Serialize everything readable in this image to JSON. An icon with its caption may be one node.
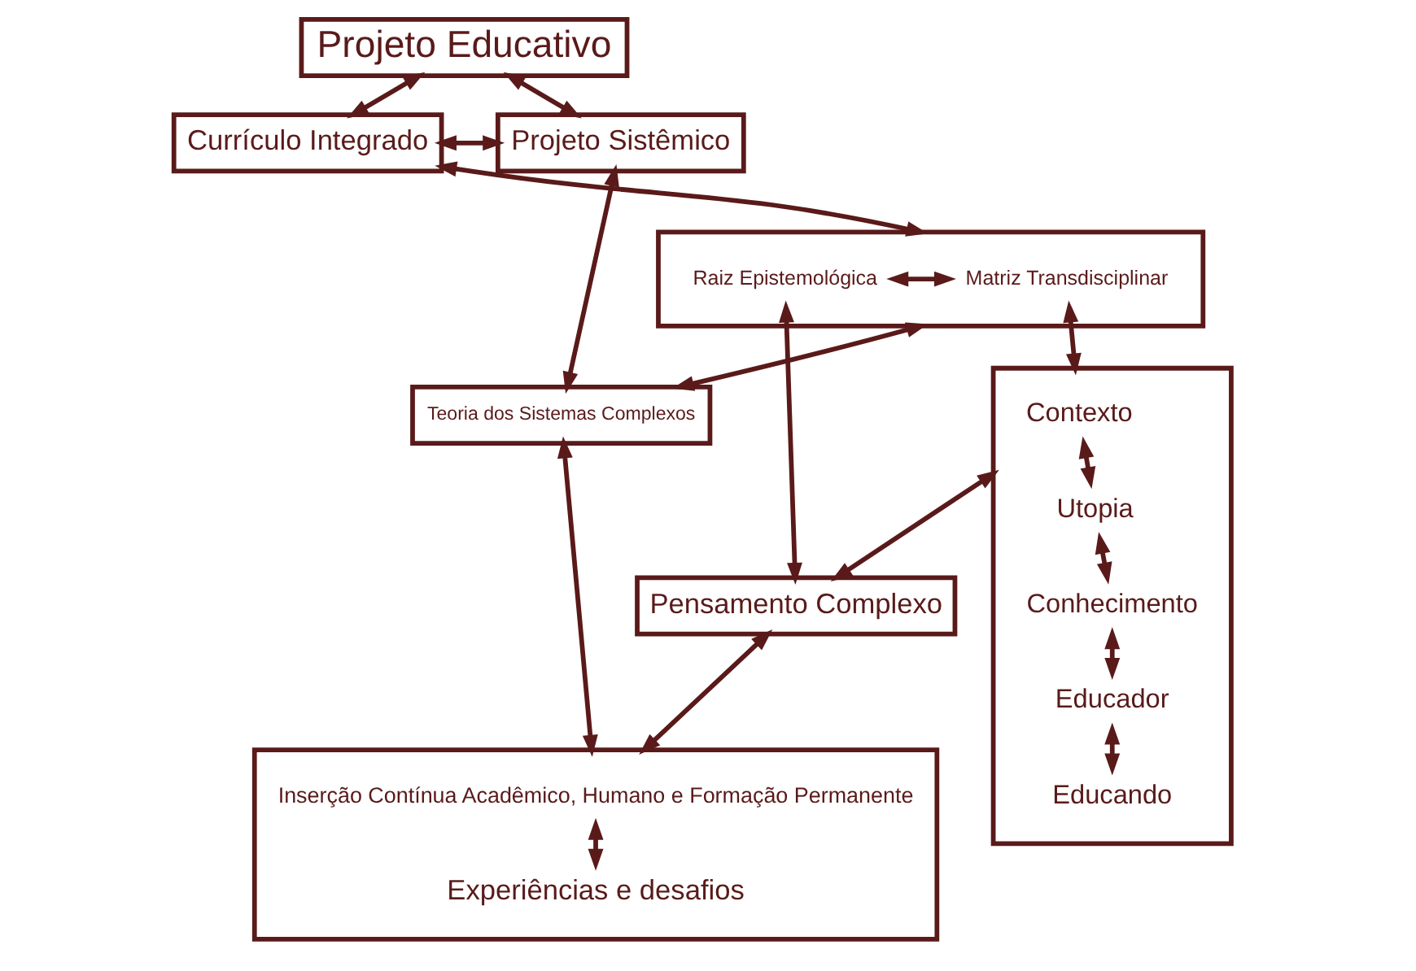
{
  "diagram": {
    "nodes": [
      {
        "text": [
          "Projeto Educativo"
        ]
      },
      {
        "text": [
          "Currículo Integrado"
        ]
      },
      {
        "text": [
          "Projeto Sistêmico"
        ]
      },
      {
        "text": [],
        "shape": "box"
      },
      {
        "text": [
          "Matriz Transdisciplinar"
        ],
        "in": 3
      },
      {
        "text": [
          "Raiz Epistemológica"
        ],
        "in": 3
      },
      {
        "text": [
          "Teoria dos Sistemas Complexos"
        ]
      },
      {
        "text": [],
        "shape": "box"
      },
      {
        "text": [
          "Contexto"
        ],
        "in": 7
      },
      {
        "text": [
          "Utopia"
        ],
        "in": 7
      },
      {
        "text": [
          "Conhecimento"
        ],
        "in": 7
      },
      {
        "text": [
          "Educador"
        ],
        "in": 7
      },
      {
        "text": [
          "Educando"
        ],
        "in": 7
      },
      {
        "text": [
          "Pensamento Complexo"
        ]
      },
      {
        "text": [],
        "shape": "box"
      },
      {
        "text": [
          "Inserção Contínua Acadêmico, Humano e Formação Permanente"
        ],
        "in": 14
      },
      {
        "text": [
          "Experiências e desafios"
        ],
        "in": 14
      }
    ],
    "edges": [
      {
        "from": 0,
        "to": 1,
        "arrow": "both"
      },
      {
        "from": 0,
        "to": 2,
        "arrow": "both"
      },
      {
        "from": 1,
        "to": 2,
        "arrow": "both"
      },
      {
        "from": 1,
        "to": 3,
        "arrow": "both"
      },
      {
        "from": 4,
        "to": 5,
        "arrow": "both"
      },
      {
        "from": 3,
        "to": 6,
        "arrow": "both"
      },
      {
        "from": 2,
        "to": 6,
        "arrow": "both"
      },
      {
        "from": 4,
        "to": 7,
        "arrow": "both"
      },
      {
        "from": 5,
        "to": 13,
        "arrow": "both"
      },
      {
        "from": 7,
        "to": 13,
        "arrow": "both"
      },
      {
        "from": 13,
        "to": 14,
        "arrow": "both"
      },
      {
        "from": 6,
        "to": 14,
        "arrow": "both"
      },
      {
        "from": 8,
        "to": 9,
        "arrow": "both"
      },
      {
        "from": 9,
        "to": 10,
        "arrow": "both"
      },
      {
        "from": 10,
        "to": 11,
        "arrow": "both"
      },
      {
        "from": 11,
        "to": 12,
        "arrow": "both"
      },
      {
        "from": 15,
        "to": 16,
        "arrow": "both"
      }
    ]
  }
}
